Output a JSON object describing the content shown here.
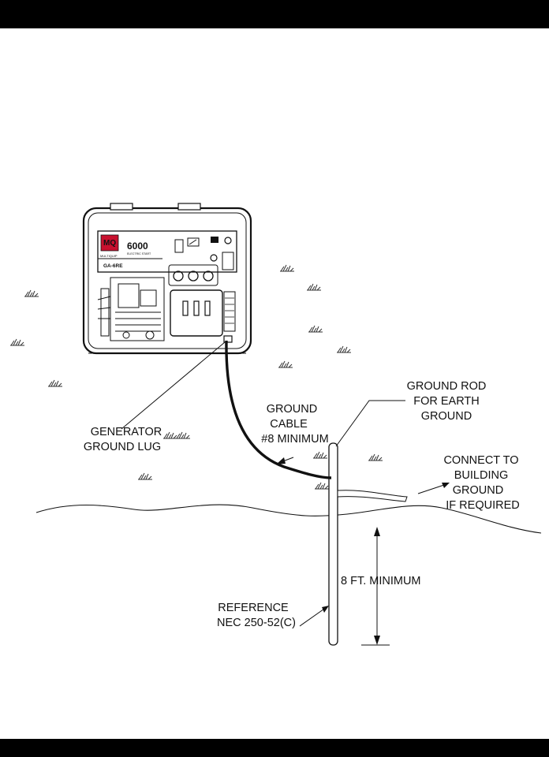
{
  "colors": {
    "band": "#000000",
    "ink": "#111111",
    "brand_red": "#c8102e"
  },
  "generator": {
    "brand": "MQ",
    "brand_sub": "MULTIQUIP",
    "model_number": "6000",
    "start_type": "ELECTRIC START",
    "model_code": "GA-6RE"
  },
  "labels": {
    "generator_ground_lug": [
      "GENERATOR",
      "GROUND LUG"
    ],
    "ground_cable": [
      "GROUND",
      "CABLE",
      "#8 MINIMUM"
    ],
    "ground_rod": [
      "GROUND ROD",
      "FOR EARTH",
      "GROUND"
    ],
    "connect_building": [
      "CONNECT TO",
      "BUILDING",
      "GROUND",
      "IF REQUIRED"
    ],
    "depth": "8 FT. MINIMUM",
    "reference": [
      "REFERENCE",
      "NEC 250-52(C)"
    ]
  },
  "icons": [
    "grass-tuft-icon",
    "arrowhead-icon"
  ]
}
